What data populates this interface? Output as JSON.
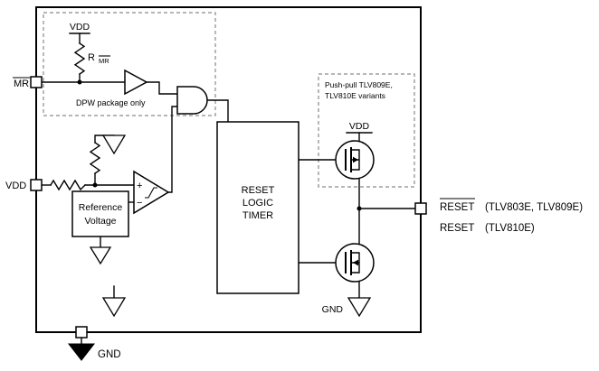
{
  "colors": {
    "line": "#000000",
    "dashed_box": "#8a8a8a",
    "background": "#ffffff"
  },
  "pins": {
    "mr_label": "MR",
    "vdd_label": "VDD",
    "gnd_label": "GND"
  },
  "pullup": {
    "vdd_label": "VDD",
    "r_prefix": "R",
    "r_subscript": "MR",
    "note": "DPW package only"
  },
  "comparator": {
    "plus": "+",
    "minus": "−"
  },
  "reference_box": {
    "line1": "Reference",
    "line2": "Voltage"
  },
  "timer_box": {
    "line1": "RESET",
    "line2": "LOGIC",
    "line3": "TIMER"
  },
  "output_stage": {
    "note_line1": "Push-pull TLV809E,",
    "note_line2": "TLV810E variants",
    "vdd_label": "VDD",
    "gnd_label": "GND"
  },
  "outputs": {
    "row1_signal": "RESET",
    "row1_variants": "(TLV803E, TLV809E)",
    "row2_signal": "RESET",
    "row2_variants": "(TLV810E)"
  }
}
